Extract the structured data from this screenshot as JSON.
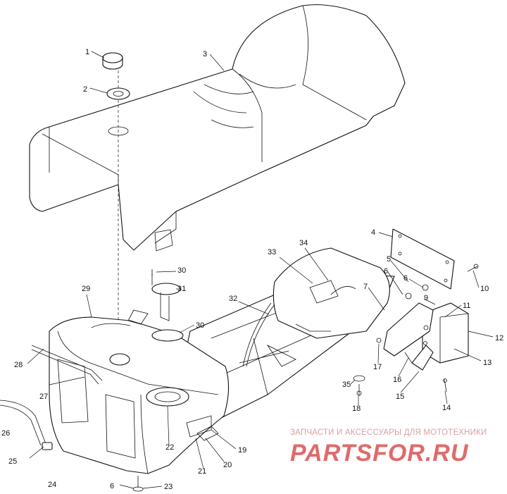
{
  "watermark": {
    "subtitle": "ЗАПЧАСТИ И АКСЕССУАРЫ ДЛЯ МОТОТЕХНИКИ",
    "logo": "PARTSFOR.RU"
  },
  "callouts": [
    {
      "id": "c1",
      "text": "1"
    },
    {
      "id": "c2",
      "text": "2"
    },
    {
      "id": "c3",
      "text": "3"
    },
    {
      "id": "c4",
      "text": "4"
    },
    {
      "id": "c5",
      "text": "5"
    },
    {
      "id": "c6a",
      "text": "6"
    },
    {
      "id": "c6b",
      "text": "6"
    },
    {
      "id": "c6c",
      "text": "6"
    },
    {
      "id": "c7",
      "text": "7"
    },
    {
      "id": "c9",
      "text": "9"
    },
    {
      "id": "c10",
      "text": "10"
    },
    {
      "id": "c11",
      "text": "11"
    },
    {
      "id": "c12",
      "text": "12"
    },
    {
      "id": "c13",
      "text": "13"
    },
    {
      "id": "c14",
      "text": "14"
    },
    {
      "id": "c15",
      "text": "15"
    },
    {
      "id": "c16",
      "text": "16"
    },
    {
      "id": "c17",
      "text": "17"
    },
    {
      "id": "c18",
      "text": "18"
    },
    {
      "id": "c19",
      "text": "19"
    },
    {
      "id": "c20",
      "text": "20"
    },
    {
      "id": "c21",
      "text": "21"
    },
    {
      "id": "c22",
      "text": "22"
    },
    {
      "id": "c23",
      "text": "23"
    },
    {
      "id": "c24",
      "text": "24"
    },
    {
      "id": "c25",
      "text": "25"
    },
    {
      "id": "c26",
      "text": "26"
    },
    {
      "id": "c27",
      "text": "27"
    },
    {
      "id": "c28",
      "text": "28"
    },
    {
      "id": "c29",
      "text": "29"
    },
    {
      "id": "c30a",
      "text": "30"
    },
    {
      "id": "c30b",
      "text": "30"
    },
    {
      "id": "c31",
      "text": "31"
    },
    {
      "id": "c32",
      "text": "32"
    },
    {
      "id": "c33",
      "text": "33"
    },
    {
      "id": "c34",
      "text": "34"
    },
    {
      "id": "c35",
      "text": "35"
    }
  ]
}
